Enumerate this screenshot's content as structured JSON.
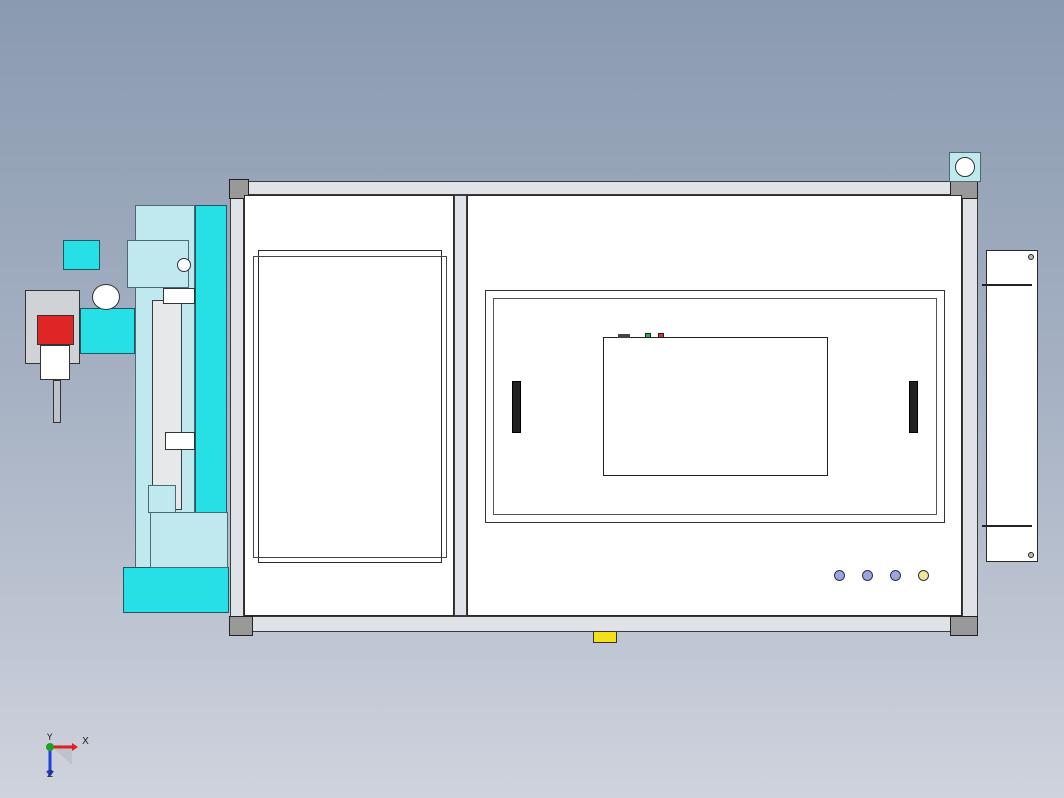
{
  "viewport": {
    "background_top": "#8a9ab0",
    "background_bottom": "#cfd3dd"
  },
  "model": {
    "main_enclosure_color": "#f3f4f6",
    "accent_color": "#26e0e6",
    "indicator_lights": [
      {
        "name": "indicator-light-1",
        "color": "#9aa3e8"
      },
      {
        "name": "indicator-light-2",
        "color": "#9aa3e8"
      },
      {
        "name": "indicator-light-3",
        "color": "#9aa3e8"
      },
      {
        "name": "indicator-light-4",
        "color": "#f0e6a0"
      }
    ]
  },
  "triad": {
    "x_label": "X",
    "y_label": "Y",
    "z_label": "Z",
    "x_color": "#e02020",
    "y_color": "#20a020",
    "z_color": "#2040e0"
  }
}
